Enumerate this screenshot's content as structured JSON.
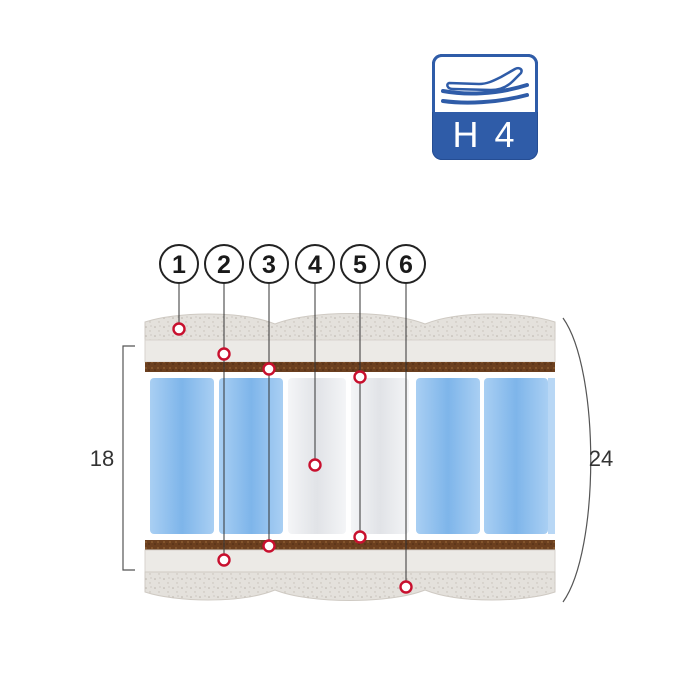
{
  "badge": {
    "label": "H 4",
    "icon": "hand-pressing-mattress-icon",
    "color": "#2f5ca8"
  },
  "layers": [
    {
      "number": "1"
    },
    {
      "number": "2"
    },
    {
      "number": "3"
    },
    {
      "number": "4"
    },
    {
      "number": "5"
    },
    {
      "number": "6"
    }
  ],
  "dimensions": {
    "core": "18",
    "total": "24"
  },
  "colors": {
    "marker": "#c8102e",
    "coir": "#6b3f1f",
    "pocket_blue": "#8fc0ee",
    "pocket_white": "#e9ebee",
    "quilt": "#dedbd6"
  }
}
